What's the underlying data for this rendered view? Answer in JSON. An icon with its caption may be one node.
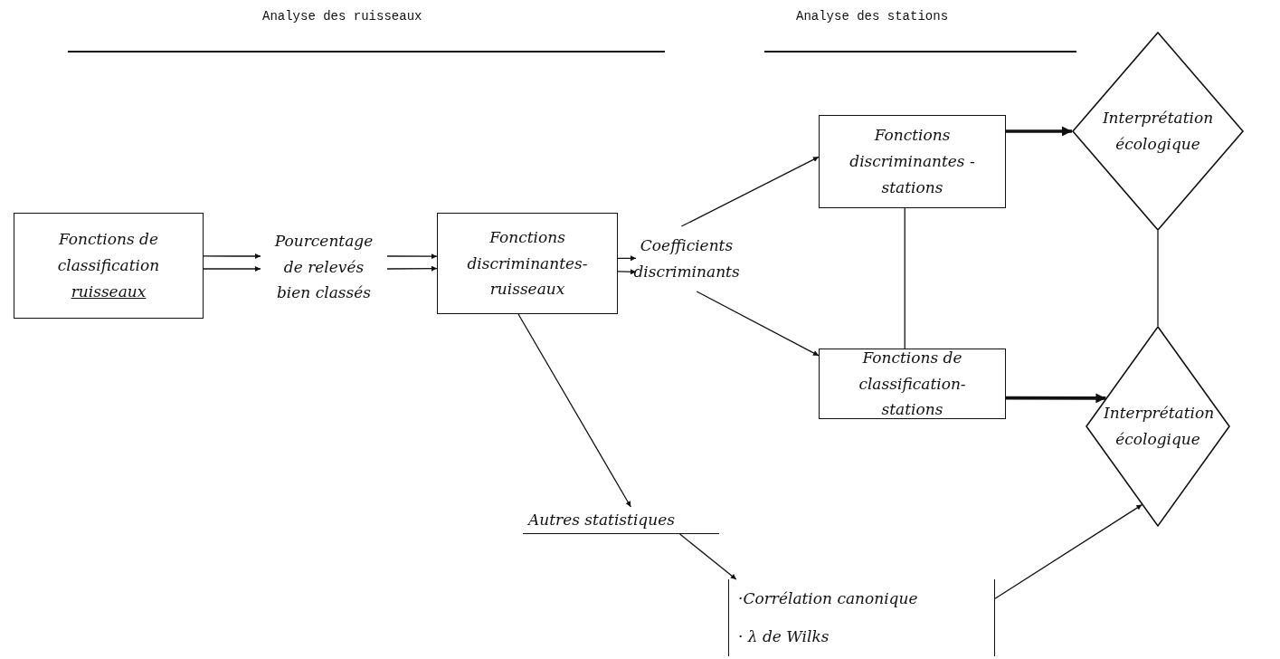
{
  "diagram": {
    "nodes": [
      {
        "text": [
          "Fonctions de classification",
          "ruisseaux"
        ]
      },
      {
        "text": [
          "Pourcentage de relevés bien classés"
        ]
      },
      {
        "text": [
          "Fonctions discriminantes- ruisseaux"
        ]
      },
      {
        "text": [
          "Coefficients discriminants"
        ]
      },
      {
        "text": [
          "Fonctions discriminantes - stations"
        ]
      },
      {
        "text": [
          "Fonctions de classification- stations"
        ]
      },
      {
        "text": [
          "Interprétation écologique"
        ]
      },
      {
        "text": [
          "Interprétation écologique"
        ]
      },
      {
        "text": [
          "Autres statistiques"
        ]
      },
      {
        "text": [
          "·Corrélation canonique",
          "· λ de Wilks"
        ]
      }
    ],
    "edges": [
      {
        "from": 0,
        "to": 1,
        "arrow": "to"
      },
      {
        "from": 0,
        "to": 1,
        "arrow": "to"
      },
      {
        "from": 1,
        "to": 2,
        "arrow": "to"
      },
      {
        "from": 1,
        "to": 2,
        "arrow": "to"
      },
      {
        "from": 2,
        "to": 3,
        "arrow": "to"
      },
      {
        "from": 2,
        "to": 3,
        "arrow": "to"
      },
      {
        "from": 3,
        "to": 4,
        "arrow": "to"
      },
      {
        "from": 3,
        "to": 5,
        "arrow": "to"
      },
      {
        "from": 4,
        "to": 6,
        "arrow": "to",
        "style": "thick"
      },
      {
        "from": 5,
        "to": 7,
        "arrow": "to",
        "style": "thick"
      },
      {
        "from": 4,
        "to": 5,
        "arrow": "none"
      },
      {
        "from": 6,
        "to": 7,
        "arrow": "none"
      },
      {
        "from": 2,
        "to": 8,
        "arrow": "to"
      },
      {
        "from": 8,
        "to": 9,
        "arrow": "to"
      },
      {
        "from": 9,
        "to": 7,
        "arrow": "to"
      }
    ],
    "labels": [
      "Analyse des ruisseaux",
      "Analyse des stations"
    ]
  }
}
